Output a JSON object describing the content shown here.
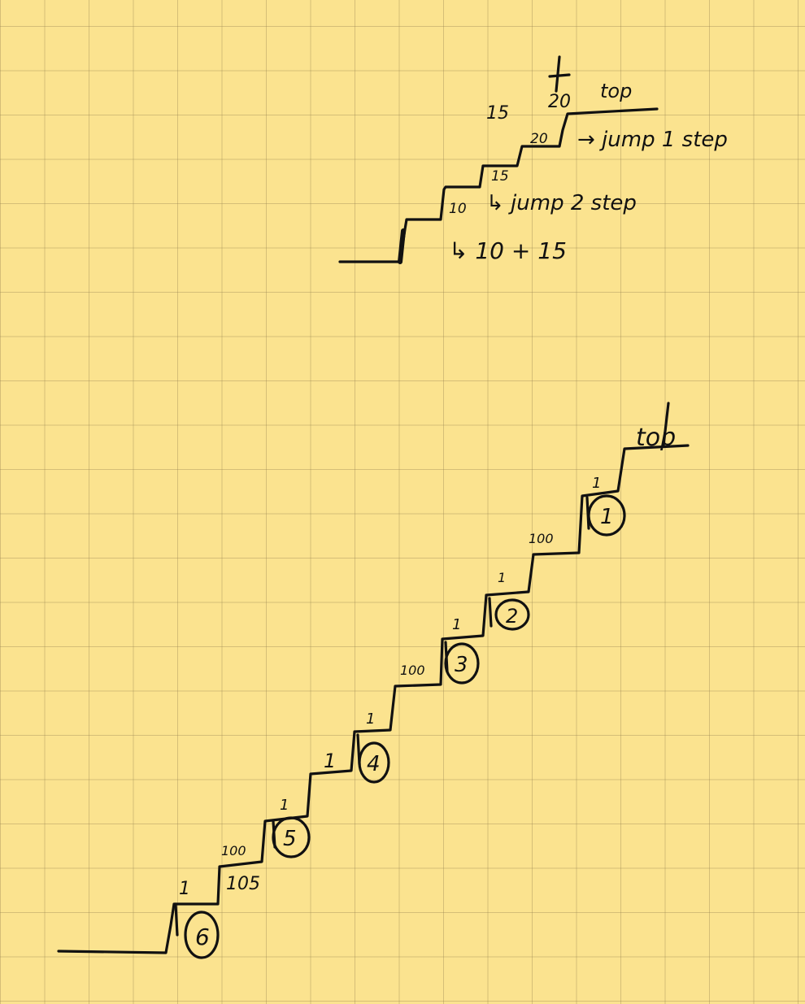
{
  "colors": {
    "paper": "#fbe38f",
    "grid": "#9c8650",
    "ink": "#111111"
  },
  "top_sketch": {
    "cost_top_a": "15",
    "cost_top_b": "20",
    "top_label": "top",
    "cost_step_3": "20",
    "note_jump_one": "→ jump 1 step",
    "cost_step_2": "15",
    "cost_step_1": "10",
    "note_jump_two": "↳ jump 2 step",
    "note_sum": "↳ 10 + 15"
  },
  "bottom_sketch": {
    "top_label": "top",
    "steps": [
      {
        "cost": "1",
        "circled": "6"
      },
      {
        "cost": "100",
        "extra": "105"
      },
      {
        "cost": "1",
        "circled": "5"
      },
      {
        "cost": "1"
      },
      {
        "cost": "1",
        "circled": "4"
      },
      {
        "cost": "100"
      },
      {
        "cost": "1",
        "circled": "3"
      },
      {
        "cost": "1",
        "circled": "2"
      },
      {
        "cost": "100"
      },
      {
        "cost": "1",
        "circled": "1"
      }
    ]
  }
}
